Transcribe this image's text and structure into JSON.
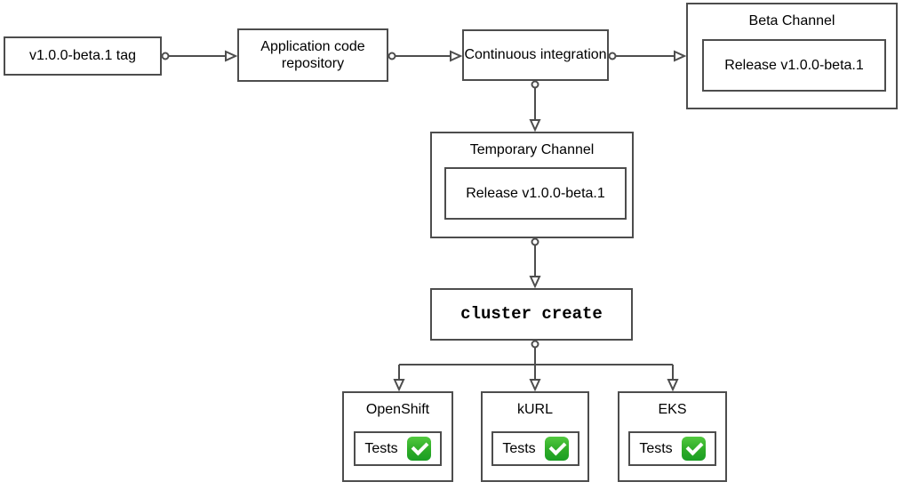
{
  "diagram": {
    "nodes": {
      "tag": {
        "label": "v1.0.0-beta.1 tag"
      },
      "repo": {
        "label": "Application code repository"
      },
      "ci": {
        "label": "Continuous integration"
      },
      "beta_channel": {
        "title": "Beta Channel",
        "release": {
          "label": "Release v1.0.0-beta.1"
        }
      },
      "temporary_channel": {
        "title": "Temporary Channel",
        "release": {
          "label": "Release v1.0.0-beta.1"
        }
      },
      "cluster_create": {
        "label": "cluster create"
      },
      "openshift": {
        "title": "OpenShift",
        "tests_label": "Tests"
      },
      "kurl": {
        "title": "kURL",
        "tests_label": "Tests"
      },
      "eks": {
        "title": "EKS",
        "tests_label": "Tests"
      }
    },
    "icons": {
      "tests_status": "check-mark-button"
    },
    "colors": {
      "border": "#4d4d4d",
      "connector": "#4d4d4d",
      "background": "#ffffff",
      "check_green": "#2dab27",
      "check_mark_white": "#ffffff",
      "text": "#000000"
    }
  }
}
